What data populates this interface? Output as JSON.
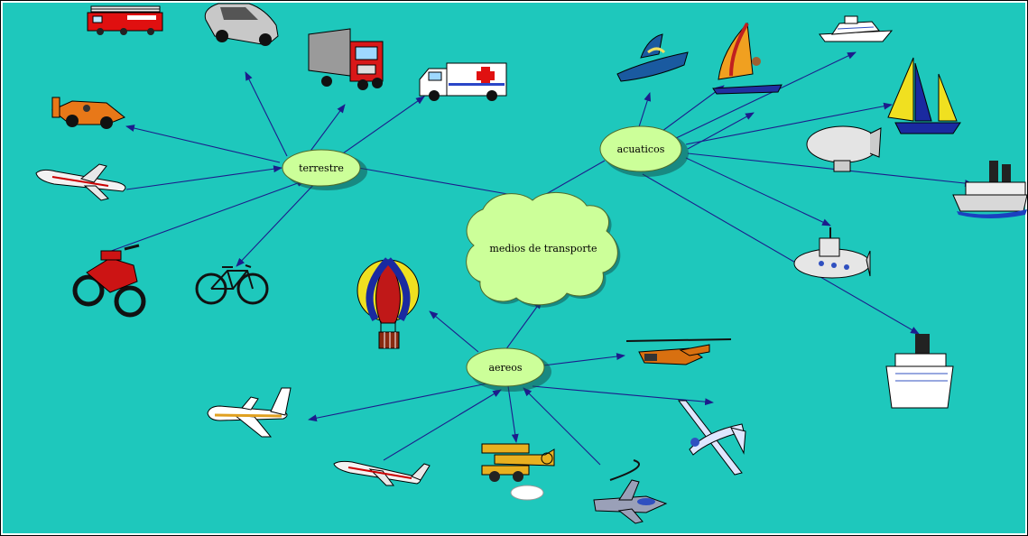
{
  "colors": {
    "background": "#1ec8bc",
    "node_fill": "#ccff99",
    "link": "#1c1c8c"
  },
  "nodes": {
    "center": "medios de transporte",
    "land": "terrestre",
    "water": "acuaticos",
    "air": "aereos"
  },
  "icons": {
    "land": [
      "fire-truck-icon",
      "car-icon",
      "truck-icon",
      "ambulance-icon",
      "race-car-icon",
      "airliner-icon",
      "motorcycle-icon",
      "bicycle-icon"
    ],
    "water": [
      "jet-ski-icon",
      "windsurf-icon",
      "yacht-icon",
      "sailboat-icon",
      "blimp-icon",
      "steamboat-icon",
      "submarine-icon",
      "ocean-liner-icon"
    ],
    "air": [
      "hot-air-balloon-icon",
      "helicopter-icon",
      "propeller-plane-icon",
      "jumbo-jet-icon",
      "biplane-icon",
      "fighter-jet-icon",
      "small-plane-icon"
    ]
  }
}
